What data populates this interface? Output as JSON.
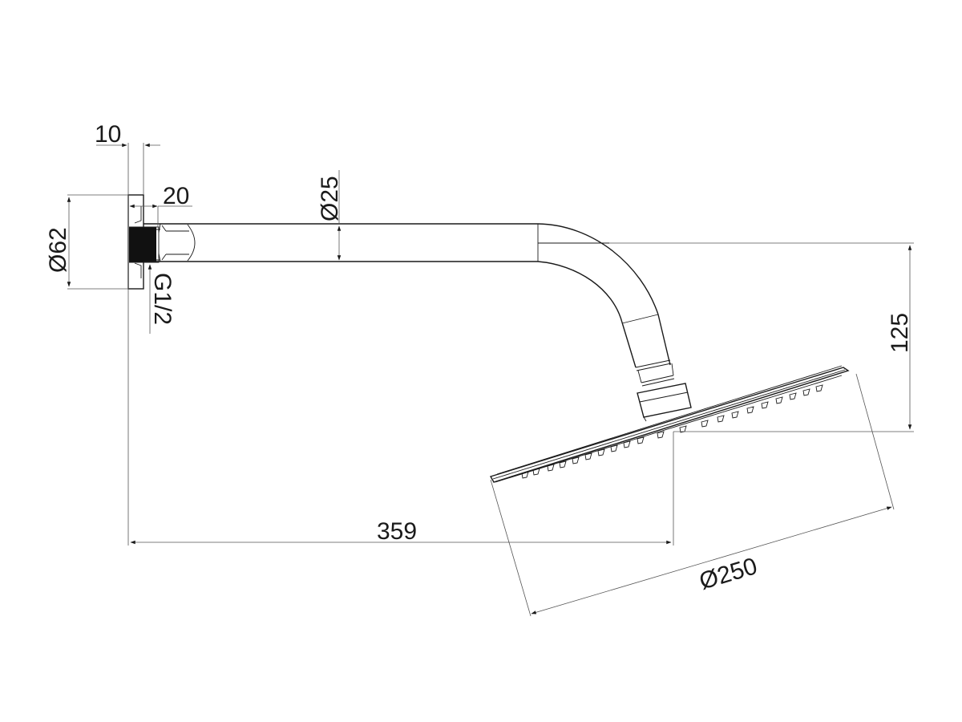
{
  "drawing": {
    "subject": "Wall-mounted shower arm with round rain shower head (side elevation)",
    "line_color": "#1a1a1a",
    "dimension_line_color": "#555555",
    "background": "#ffffff"
  },
  "dimensions": {
    "flange_thickness": "10",
    "thread_depth": "20",
    "flange_diameter": "Ø62",
    "thread_size": "G1/2",
    "arm_diameter": "Ø25",
    "drop_height": "125",
    "projection_length": "359",
    "head_diameter": "Ø250"
  }
}
